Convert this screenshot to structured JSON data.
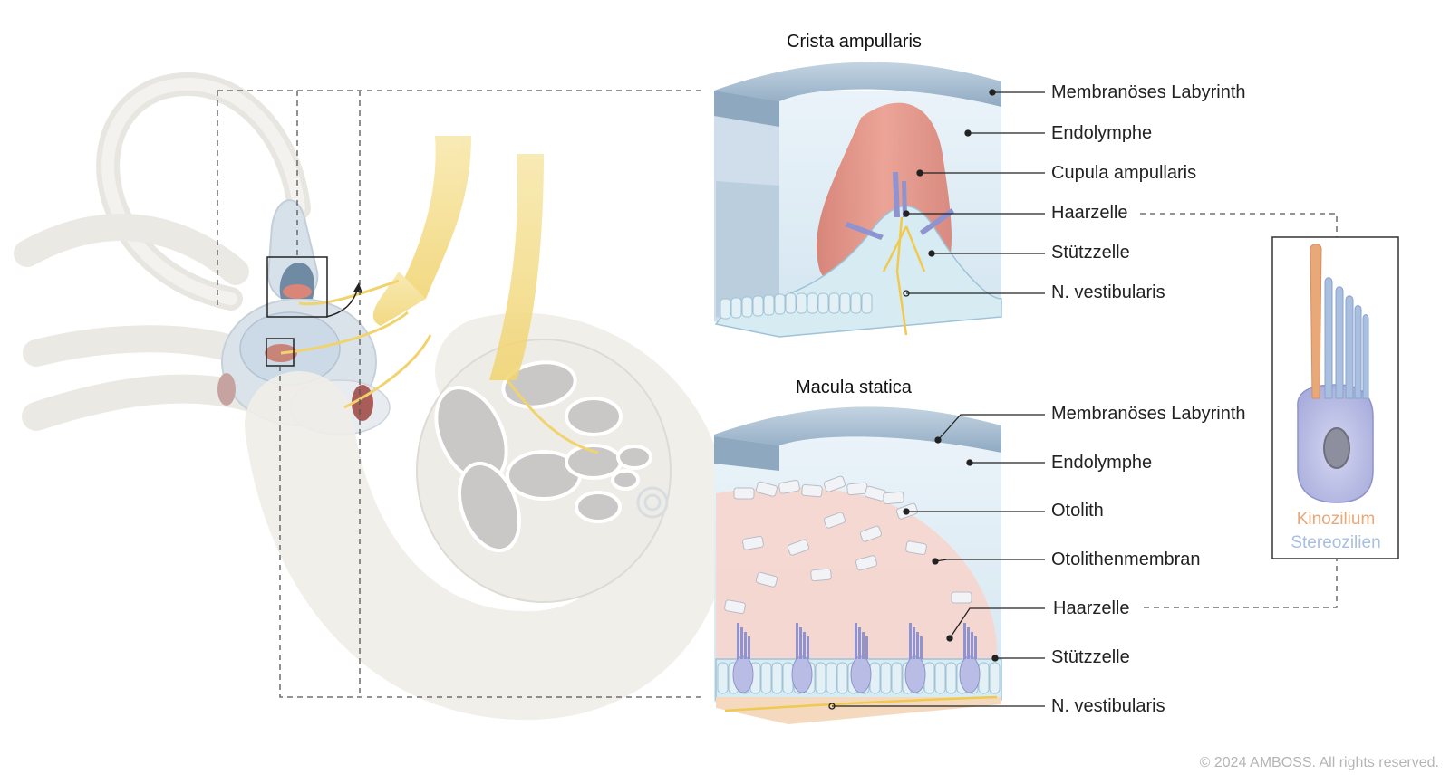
{
  "panels": {
    "crista": {
      "title": "Crista ampullaris",
      "labels": [
        "Membranöses Labyrinth",
        "Endolymphe",
        "Cupula ampullaris",
        "Haarzelle",
        "Stützzelle",
        "N. vestibularis"
      ]
    },
    "macula": {
      "title": "Macula statica",
      "labels": [
        "Membranöses Labyrinth",
        "Endolymphe",
        "Otolith",
        "Otolithenmembran",
        "Haarzelle",
        "Stützzelle",
        "N. vestibularis"
      ]
    }
  },
  "legend": {
    "kinozilium": "Kinozilium",
    "stereozilien": "Stereozilien",
    "colors": {
      "kinozilium": "#e9a878",
      "stereozilien": "#a8bfe0"
    }
  },
  "copyright": "© 2024 AMBOSS. All rights reserved.",
  "colors": {
    "labyrinth": "#e9e6df",
    "membrane": "#9fb8cf",
    "endolymph": "#dbeaf4",
    "cupula": "#e58a7c",
    "otolith_membrane": "#f6cfc8",
    "nerve": "#f2d97a",
    "cell": "#b9bde6"
  }
}
